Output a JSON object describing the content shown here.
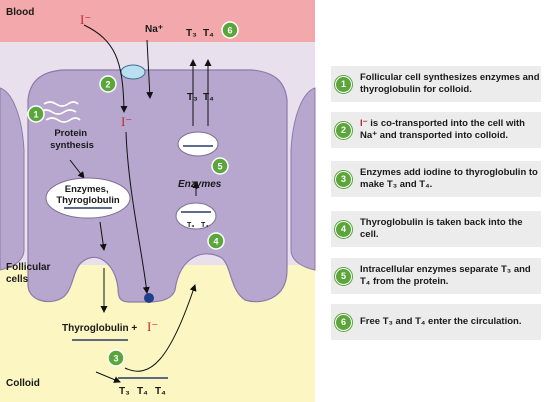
{
  "regions": {
    "blood": "Blood",
    "follicular_cells": "Follicular\ncells",
    "colloid": "Colloid"
  },
  "ions": {
    "iodide_top": "I⁻",
    "sodium": "Na⁺",
    "iodide_cell": "I⁻",
    "iodide_colloid": "I⁻"
  },
  "diagram_labels": {
    "t3_top": "T₃",
    "t4_top": "T₄",
    "t3_mid": "T₃",
    "t4_mid": "T₄",
    "protein_synthesis": "Protein\nsynthesis",
    "enzymes_thyroglobulin": "Enzymes,\nThyroglobulin",
    "enzymes": "Enzymes",
    "thyroglobulin_plus": "Thyroglobulin + ",
    "vesicle_t3": "T₃",
    "vesicle_t4": "T₄",
    "colloid_t3": "T₃",
    "colloid_t4a": "T₄",
    "colloid_t4b": "T₄"
  },
  "diagram_badges": [
    "1",
    "2",
    "3",
    "4",
    "5",
    "6"
  ],
  "steps": [
    {
      "num": "1",
      "text": "Follicular cell synthesizes enzymes and thyroglobulin for colloid."
    },
    {
      "num": "2",
      "text": "I⁻ is co-transported into the cell with Na⁺ and transported into colloid."
    },
    {
      "num": "3",
      "text": "Enzymes add iodine to thyroglobulin to make T₃ and T₄."
    },
    {
      "num": "4",
      "text": "Thyroglobulin is taken back into the cell."
    },
    {
      "num": "5",
      "text": "Intracellular enzymes separate T₃ and T₄ from the protein."
    },
    {
      "num": "6",
      "text": "Free T₃ and T₄ enter the circulation."
    }
  ],
  "colors": {
    "blood": "#f3a9ab",
    "cell": "#b7a7cf",
    "colloid": "#fbf6c2",
    "badge": "#5aa63a",
    "iodide": "#c0282d"
  }
}
